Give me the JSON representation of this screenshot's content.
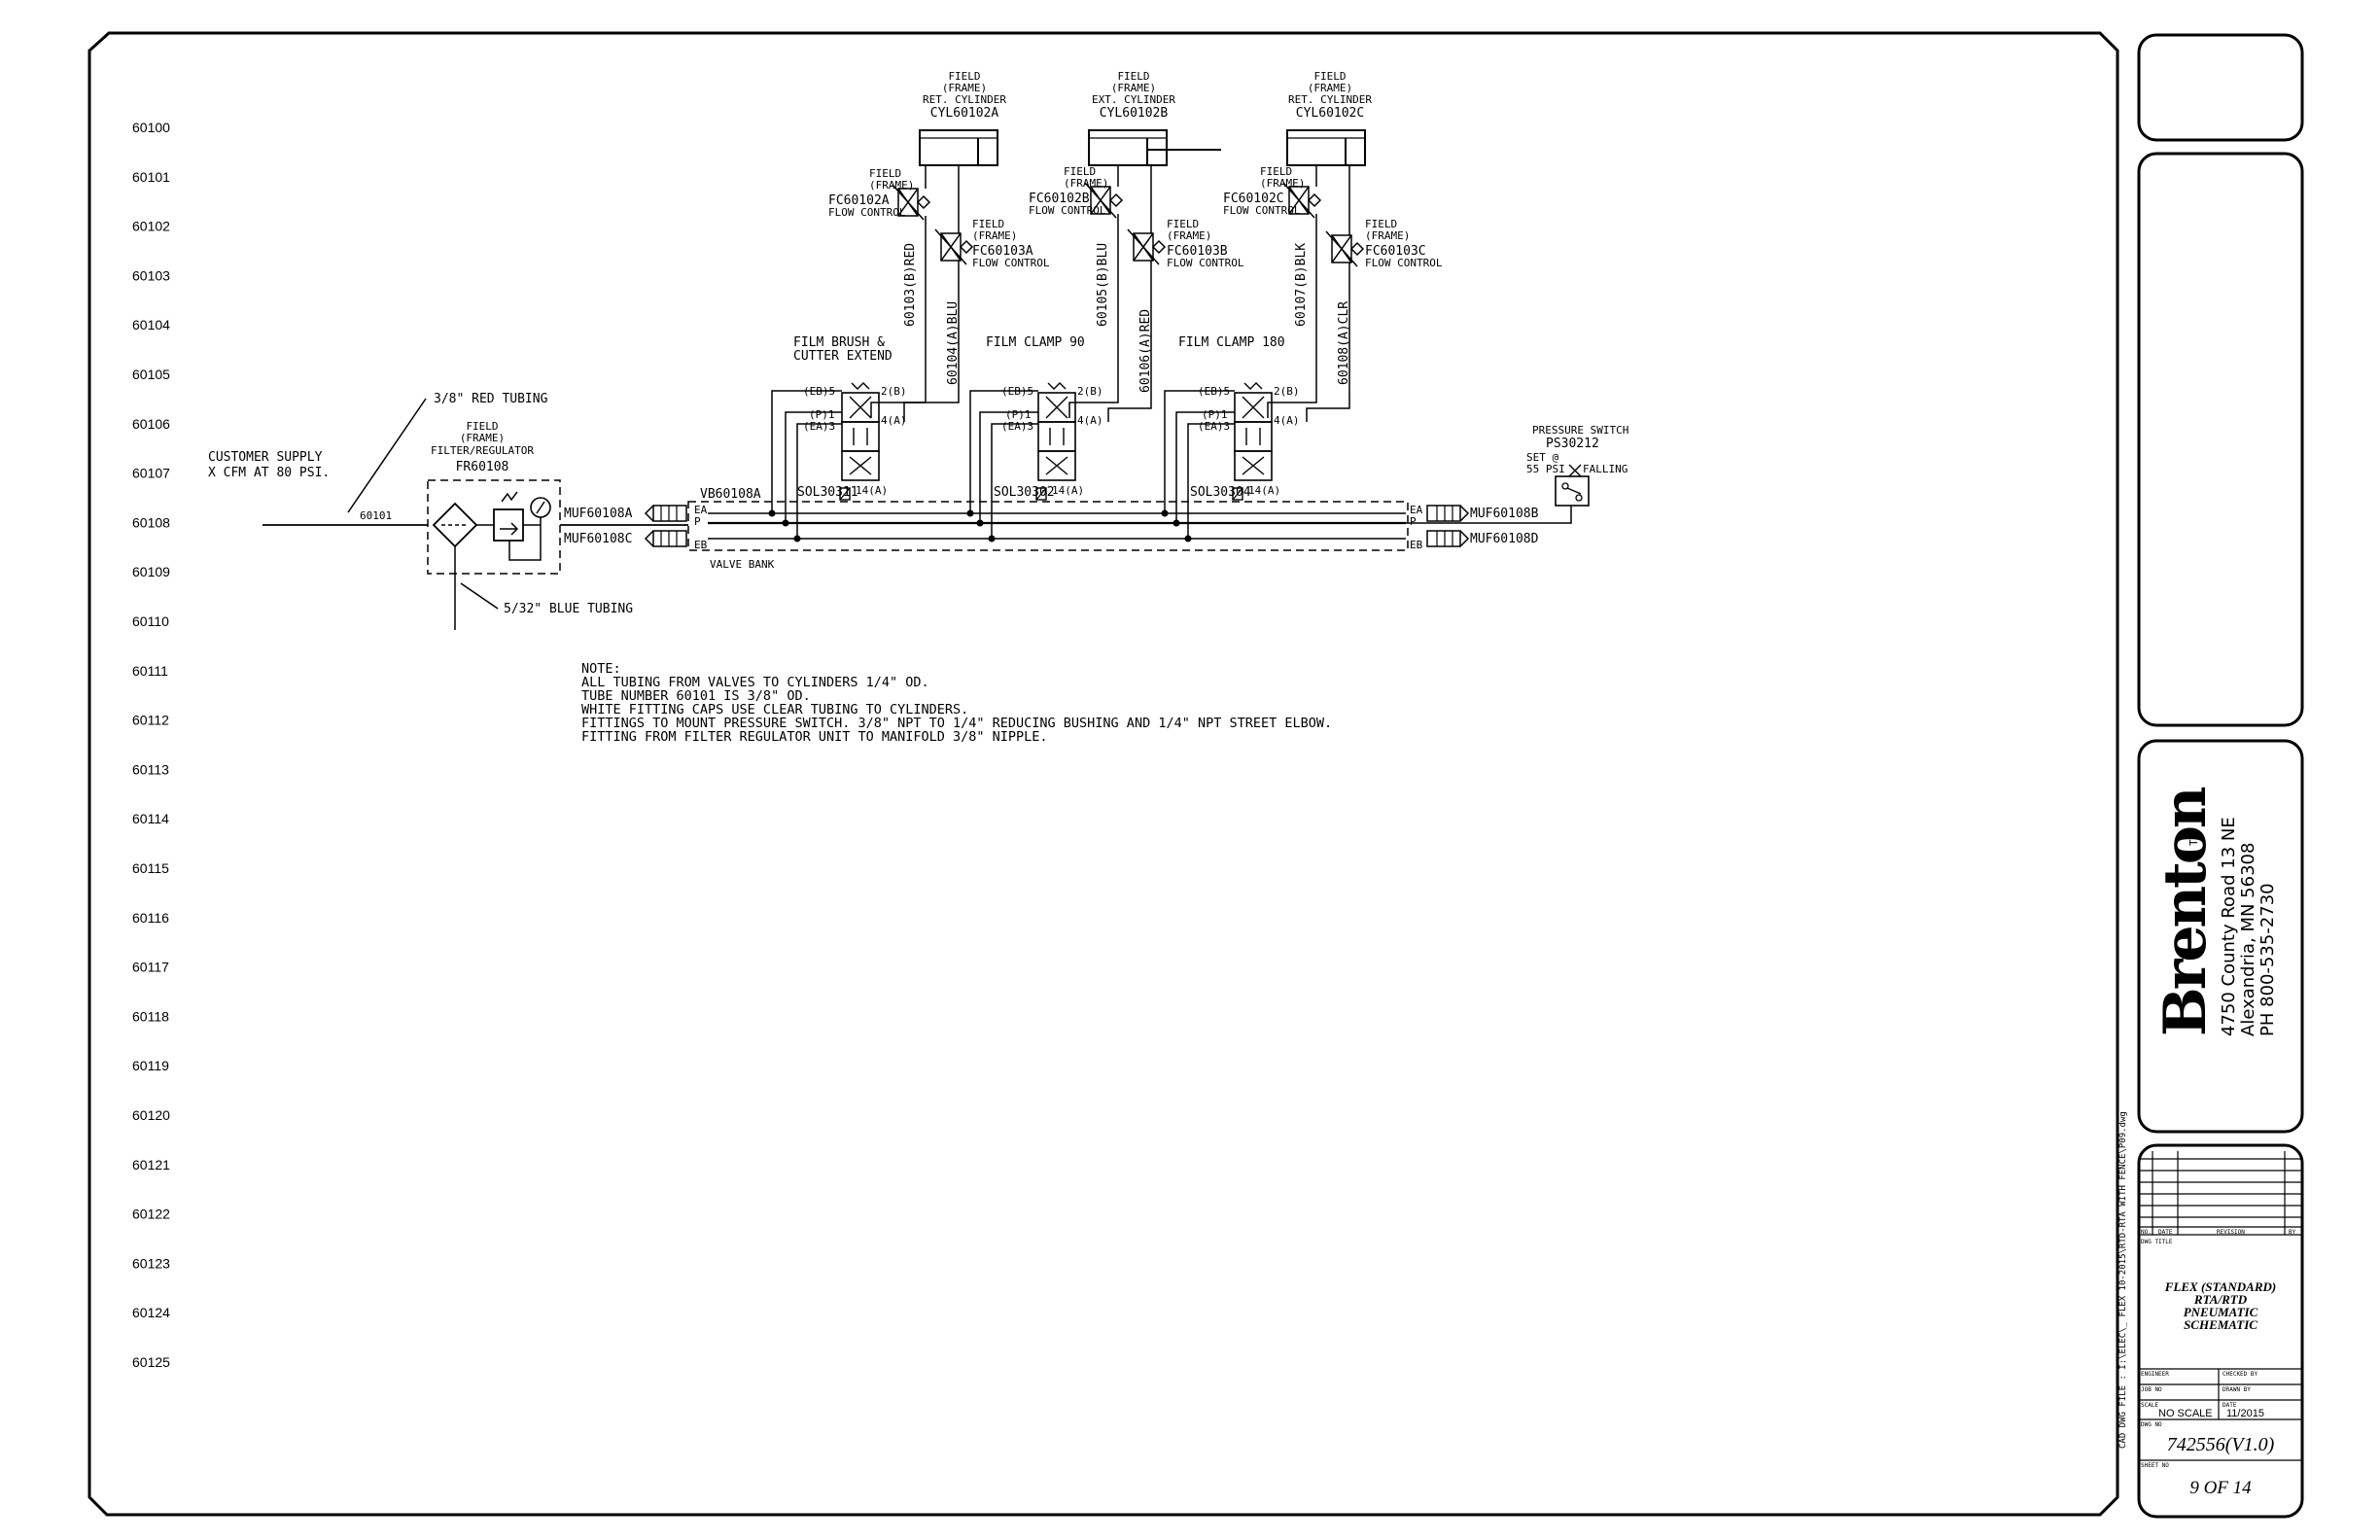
{
  "rungs": [
    "60100",
    "60101",
    "60102",
    "60103",
    "60104",
    "60105",
    "60106",
    "60107",
    "60108",
    "60109",
    "60110",
    "60111",
    "60112",
    "60113",
    "60114",
    "60115",
    "60116",
    "60117",
    "60118",
    "60119",
    "60120",
    "60121",
    "60122",
    "60123",
    "60124",
    "60125"
  ],
  "supply": {
    "text_line1": "CUSTOMER SUPPLY",
    "text_line2": "X CFM AT 80 PSI.",
    "red_tubing": "3/8\" RED TUBING",
    "blue_tubing": "5/32\" BLUE TUBING",
    "tube_no": "60101"
  },
  "filter": {
    "field": "FIELD",
    "frame": "(FRAME)",
    "desc": "FILTER/REGULATOR",
    "tag": "FR60108"
  },
  "manifold": {
    "tag": "VB60108A",
    "bank_label": "VALVE BANK",
    "port_ea": "EA",
    "port_p": "P",
    "port_eb": "EB",
    "muf_a": "MUF60108A",
    "muf_b": "MUF60108B",
    "muf_c": "MUF60108C",
    "muf_d": "MUF60108D"
  },
  "valves": [
    {
      "title1": "FILM BRUSH &",
      "title2": "CUTTER EXTEND",
      "sol": "SOL30311",
      "cyl_field": "FIELD",
      "cyl_frame": "(FRAME)",
      "cyl_type": "RET. CYLINDER",
      "cyl_tag": "CYL60102A",
      "fc_a_tag": "FC60102A",
      "fc_b_tag": "FC60103A",
      "fc_label": "FLOW CONTROL",
      "tube_b": "60103(B)RED",
      "tube_a": "60104(A)BLU"
    },
    {
      "title1": "FILM CLAMP 90",
      "title2": "",
      "sol": "SOL30302",
      "cyl_field": "FIELD",
      "cyl_frame": "(FRAME)",
      "cyl_type": "EXT. CYLINDER",
      "cyl_tag": "CYL60102B",
      "fc_a_tag": "FC60102B",
      "fc_b_tag": "FC60103B",
      "fc_label": "FLOW CONTROL",
      "tube_b": "60105(B)BLU",
      "tube_a": "60106(A)RED"
    },
    {
      "title1": "FILM CLAMP 180",
      "title2": "",
      "sol": "SOL30304",
      "cyl_field": "FIELD",
      "cyl_frame": "(FRAME)",
      "cyl_type": "RET. CYLINDER",
      "cyl_tag": "CYL60102C",
      "fc_a_tag": "FC60102C",
      "fc_b_tag": "FC60103C",
      "fc_label": "FLOW CONTROL",
      "tube_b": "60107(B)BLK",
      "tube_a": "60108(A)CLR"
    }
  ],
  "valve_ports": {
    "eb": "(EB)5",
    "p": "(P)1",
    "ea": "(EA)3",
    "b": "2(B)",
    "a": "4(A)",
    "pilot": "14(A)"
  },
  "pressure_switch": {
    "title": "PRESSURE SWITCH",
    "tag": "PS30212",
    "set_line1": "SET @",
    "set_line2": "55 PSI",
    "falling": "FALLING"
  },
  "notes": {
    "heading": "NOTE:",
    "lines": [
      "ALL TUBING FROM VALVES TO CYLINDERS 1/4\" OD.",
      "TUBE NUMBER 60101 IS 3/8\" OD.",
      "WHITE FITTING CAPS USE CLEAR TUBING TO CYLINDERS.",
      "FITTINGS TO MOUNT PRESSURE SWITCH. 3/8\" NPT TO 1/4\" REDUCING BUSHING AND 1/4\" NPT STREET ELBOW.",
      "FITTING FROM FILTER REGULATOR UNIT TO MANIFOLD 3/8\" NIPPLE."
    ]
  },
  "company": {
    "logo": "Brenton",
    "tm": "TM",
    "address1": "4750 County Road 13 NE",
    "address2": "Alexandria, MN 56308",
    "phone": "PH 800-535-2730"
  },
  "cad_file": "CAD DWG FILE : I:\\ELEC\\_ FLEX 10-2015\\RTD-RTA WITH FENCE\\P09.dwg",
  "titleblock": {
    "rev_no": "NO.",
    "rev_date": "DATE",
    "rev_rev": "REVISION",
    "rev_by": "BY",
    "dwg_title_label": "DWG TITLE",
    "title1": "FLEX (STANDARD)",
    "title2": "RTA/RTD",
    "title3": "PNEUMATIC",
    "title4": "SCHEMATIC",
    "engineer": "ENGINEER",
    "checked_by": "CHECKED BY",
    "job_no": "JOB NO",
    "drawn_by": "DRAWN BY",
    "scale_label": "SCALE",
    "scale": "NO SCALE",
    "date_label": "DATE",
    "date": "11/2015",
    "dwg_no_label": "DWG NO",
    "dwg_no": "742556(V1.0)",
    "sheet_no_label": "SHEET NO",
    "sheet": "9 OF 14"
  }
}
